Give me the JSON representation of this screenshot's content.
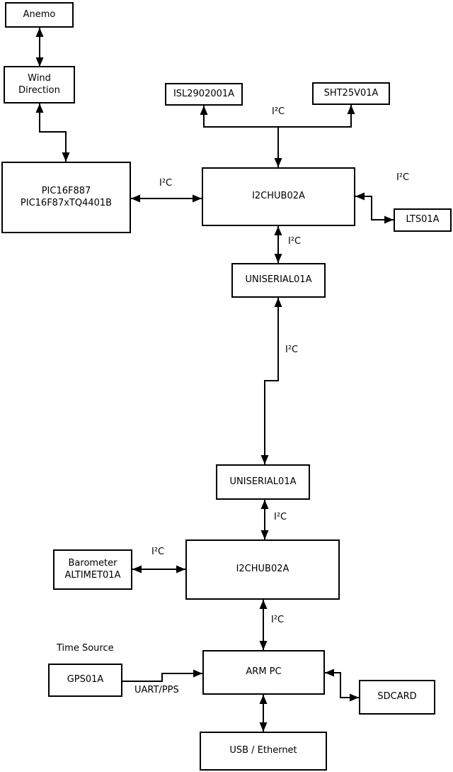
{
  "nodes": {
    "anemo": {
      "label": "Anemo"
    },
    "wind_direction": {
      "label": "Wind\nDirection"
    },
    "pic": {
      "label": "PIC16F887\nPIC16F87xTQ4401B"
    },
    "isl": {
      "label": "ISL2902001A"
    },
    "sht": {
      "label": "SHT25V01A"
    },
    "i2chub_top": {
      "label": "I2CHUB02A"
    },
    "lts": {
      "label": "LTS01A"
    },
    "uniserial_top": {
      "label": "UNISERIAL01A"
    },
    "uniserial_bottom": {
      "label": "UNISERIAL01A"
    },
    "i2chub_bottom": {
      "label": "I2CHUB02A"
    },
    "barometer": {
      "label": "Barometer\nALTIMET01A"
    },
    "gps": {
      "label": "GPS01A"
    },
    "arm_pc": {
      "label": "ARM PC"
    },
    "sdcard": {
      "label": "SDCARD"
    },
    "usb_ethernet": {
      "label": "USB / Ethernet"
    }
  },
  "labels": {
    "i2c": "I²C",
    "uart_pps": "UART/PPS",
    "time_source": "Time Source"
  },
  "colors": {
    "line": "#000000",
    "box_border": "#000000",
    "box_fill": "#ffffff",
    "background": "#ffffff",
    "text": "#000000"
  }
}
